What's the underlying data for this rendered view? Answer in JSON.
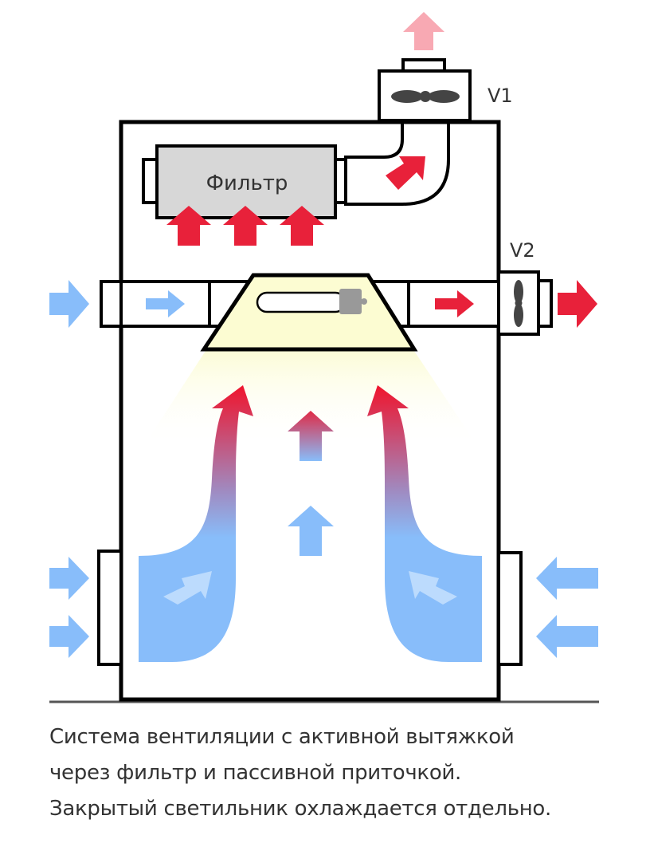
{
  "diagram": {
    "title": "Ventilation system diagram",
    "labels": {
      "filter": "Фильтр",
      "fan_v1": "V1",
      "fan_v2": "V2"
    },
    "icons": {
      "fan": "fan-propeller-icon",
      "lamp": "tube-lamp-icon",
      "arrow": "flow-arrow-icon"
    },
    "colors": {
      "cold_air": "#88BDFA",
      "cold_air_light": "#BCDBFD",
      "hot_air": "#E8213A",
      "exhaust_faded": "#F8A9B3",
      "filter_fill": "#D7D7D7",
      "luminaire_fill": "#FCFCD2",
      "light_cone": "#FDFDE4",
      "lamp_cap": "#999999",
      "fan_blade": "#444444",
      "outline": "#000000"
    }
  },
  "caption": {
    "lines": [
      "Система вентиляции с активной вытяжкой",
      "через фильтр и пассивной приточкой.",
      "Закрытый светильник охлаждается отдельно."
    ]
  }
}
